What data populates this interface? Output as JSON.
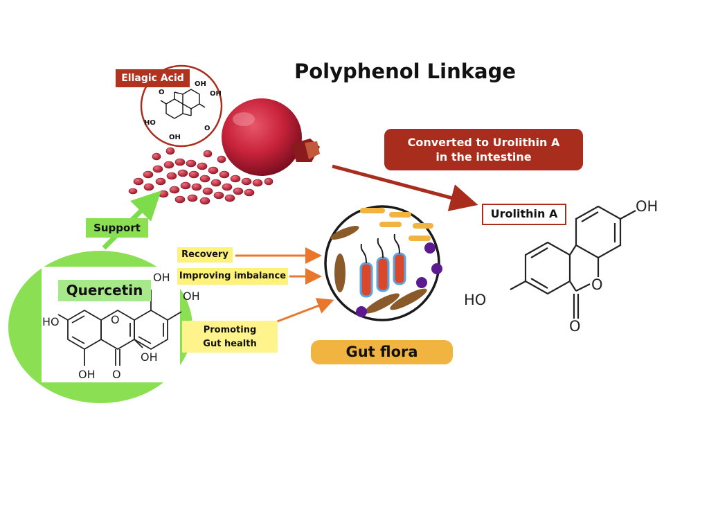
{
  "title": "Polyphenol Linkage",
  "labels": {
    "ellagic_acid": "Ellagic Acid",
    "converted_line1": "Converted to Urolithin A",
    "converted_line2": "in the intestine",
    "urolithin_a": "Urolithin A",
    "support": "Support",
    "recovery": "Recovery",
    "improving_imbalance": "Improving imbalance",
    "promoting_line1": "Promoting",
    "promoting_line2": "Gut health",
    "quercetin": "Quercetin",
    "gut_flora": "Gut flora"
  },
  "atoms": {
    "oh": "OH",
    "ho": "HO",
    "o": "O"
  },
  "colors": {
    "dark_red": "#a82d1c",
    "green": "#8ae052",
    "orange_arrow": "#e9762b",
    "yellow": "#fff27a",
    "gold": "#f2b441",
    "brown_bacteria": "#8b5a2b",
    "red_bacteria": "#d9482b",
    "purple_dot": "#5b1a8f"
  }
}
